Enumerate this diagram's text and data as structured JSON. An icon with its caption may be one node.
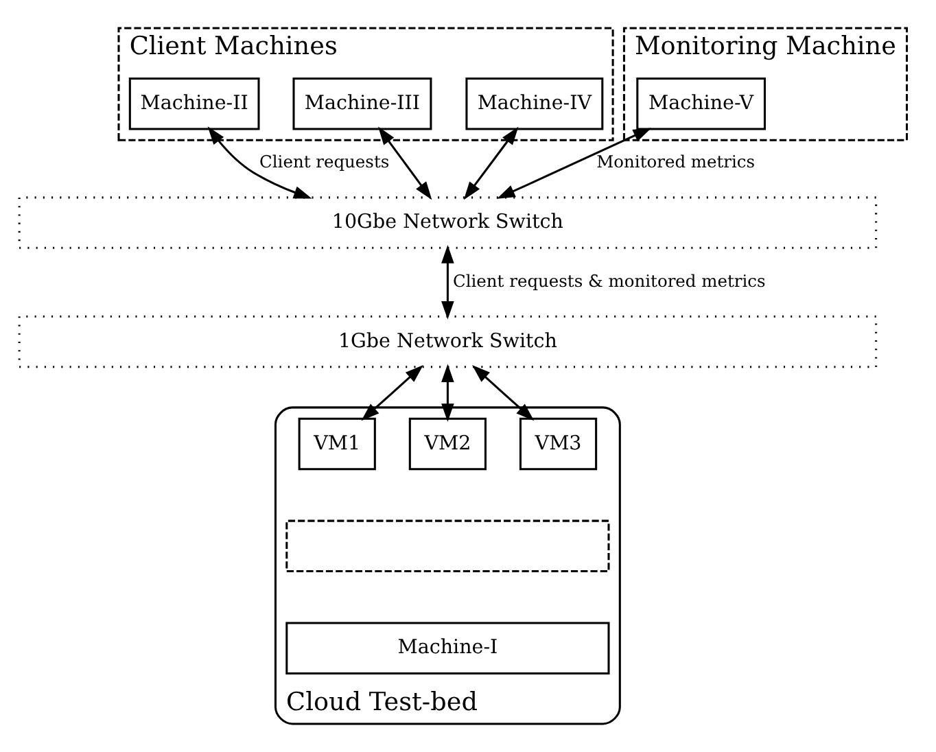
{
  "diagram": {
    "nodes": [
      {
        "text": [
          "Client Machines"
        ]
      },
      {
        "text": [
          "Machine-II"
        ],
        "in": 0
      },
      {
        "text": [
          "Machine-III"
        ],
        "in": 0
      },
      {
        "text": [
          "Machine-IV"
        ],
        "in": 0
      },
      {
        "text": [
          "Monitoring Machine"
        ]
      },
      {
        "text": [
          "Machine-V"
        ],
        "in": 4
      },
      {
        "text": [
          "10Gbe Network Switch"
        ]
      },
      {
        "text": [
          "1Gbe Network Switch"
        ]
      },
      {
        "text": [
          "Cloud Test-bed"
        ]
      },
      {
        "text": [
          "VM1"
        ],
        "in": 8
      },
      {
        "text": [
          "VM2"
        ],
        "in": 8
      },
      {
        "text": [
          "VM3"
        ],
        "in": 8
      },
      {
        "text": [],
        "shape": "box",
        "in": 8
      },
      {
        "text": [
          "Machine-I"
        ],
        "in": 8
      }
    ],
    "edges": [
      {
        "from": 1,
        "to": 6,
        "arrow": "both",
        "label": "Client requests"
      },
      {
        "from": 2,
        "to": 6,
        "arrow": "both"
      },
      {
        "from": 3,
        "to": 6,
        "arrow": "both"
      },
      {
        "from": 5,
        "to": 6,
        "arrow": "both",
        "label": "Monitored metrics"
      },
      {
        "from": 6,
        "to": 7,
        "arrow": "both",
        "label": "Client requests & monitored metrics"
      },
      {
        "from": 7,
        "to": 9,
        "arrow": "both"
      },
      {
        "from": 7,
        "to": 10,
        "arrow": "both"
      },
      {
        "from": 7,
        "to": 11,
        "arrow": "both"
      }
    ]
  }
}
